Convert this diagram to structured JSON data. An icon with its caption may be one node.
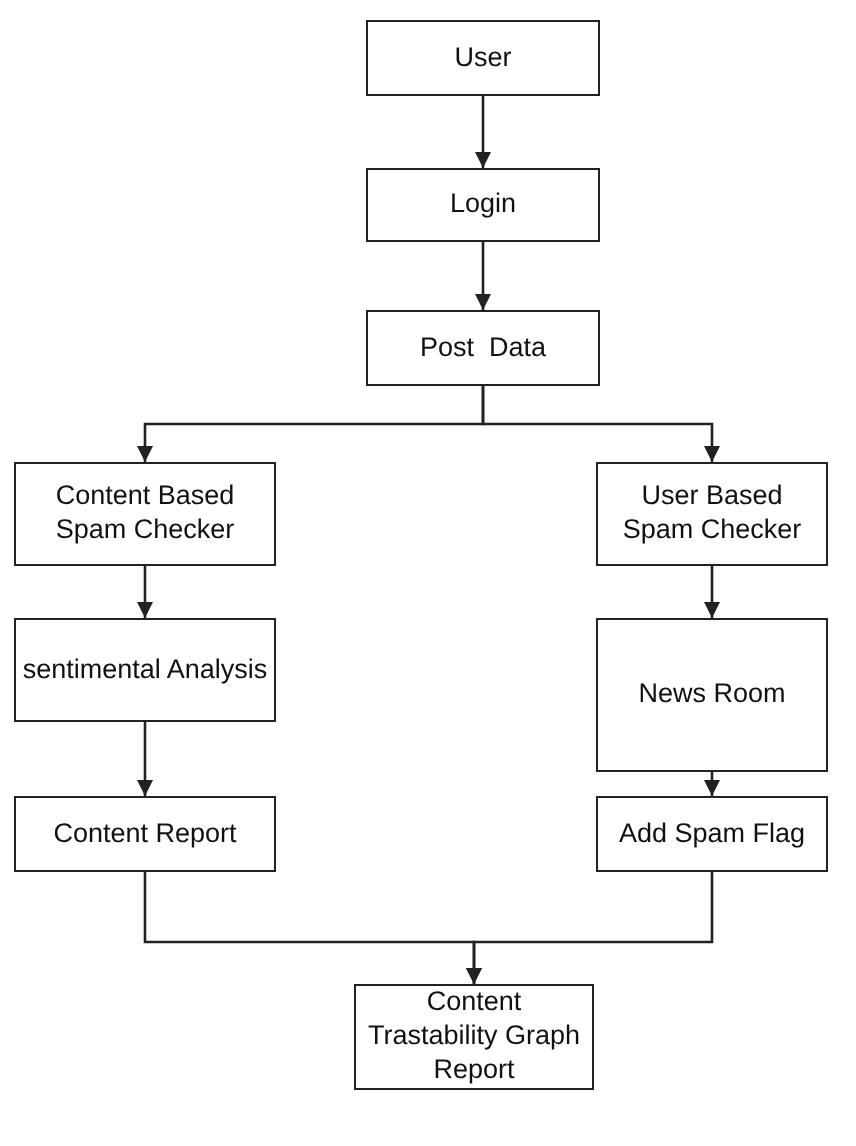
{
  "diagram": {
    "nodes": [
      {
        "text": [
          "User"
        ]
      },
      {
        "text": [
          "Login"
        ]
      },
      {
        "text": [
          "Post  Data"
        ]
      },
      {
        "text": [
          "Content Based Spam Checker"
        ]
      },
      {
        "text": [
          "User Based Spam Checker"
        ]
      },
      {
        "text": [
          "sentimental Analysis"
        ]
      },
      {
        "text": [
          "News Room"
        ]
      },
      {
        "text": [
          "Content Report"
        ]
      },
      {
        "text": [
          "Add Spam Flag"
        ]
      },
      {
        "text": [
          "Content Trastability Graph Report"
        ]
      }
    ],
    "edges": [
      {
        "from": 0,
        "to": 1,
        "arrow": "to"
      },
      {
        "from": 1,
        "to": 2,
        "arrow": "to"
      },
      {
        "from": 2,
        "to": 3,
        "arrow": "to"
      },
      {
        "from": 2,
        "to": 4,
        "arrow": "to"
      },
      {
        "from": 3,
        "to": 5,
        "arrow": "to"
      },
      {
        "from": 4,
        "to": 6,
        "arrow": "to"
      },
      {
        "from": 5,
        "to": 7,
        "arrow": "to"
      },
      {
        "from": 6,
        "to": 8,
        "arrow": "to"
      },
      {
        "from": 7,
        "to": 9,
        "arrow": "to"
      },
      {
        "from": 8,
        "to": 9,
        "arrow": "to"
      }
    ]
  }
}
